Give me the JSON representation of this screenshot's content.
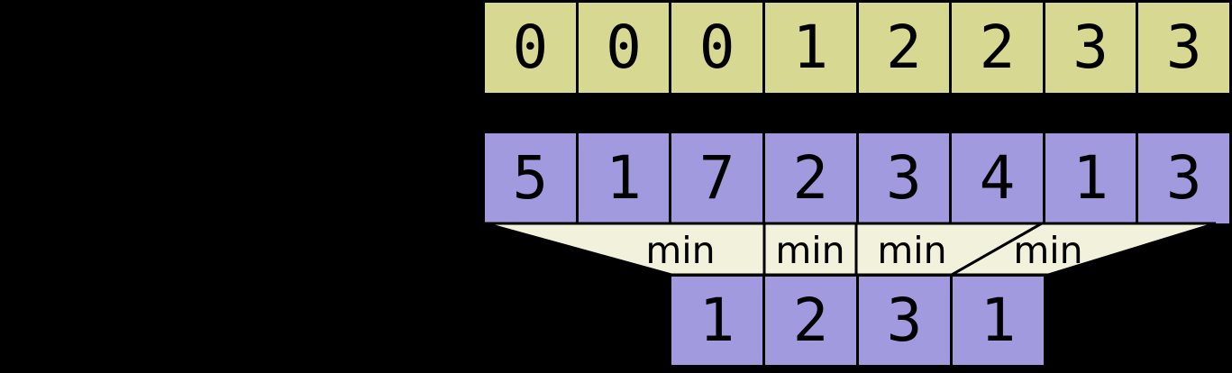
{
  "colors": {
    "bg": "#000000",
    "cell_yellow": "#d7d992",
    "cell_purple": "#a29ade",
    "funnel": "#f2f2dc",
    "line": "#000000"
  },
  "rows": {
    "block_indices": {
      "cells": [
        "0",
        "0",
        "0",
        "1",
        "2",
        "2",
        "3",
        "3"
      ]
    },
    "array": {
      "cells": [
        "5",
        "1",
        "7",
        "2",
        "3",
        "4",
        "1",
        "3"
      ]
    },
    "block_minima": {
      "cells": [
        "1",
        "2",
        "3",
        "1"
      ]
    }
  },
  "operators": {
    "labels": [
      "min",
      "min",
      "min",
      "min"
    ]
  }
}
